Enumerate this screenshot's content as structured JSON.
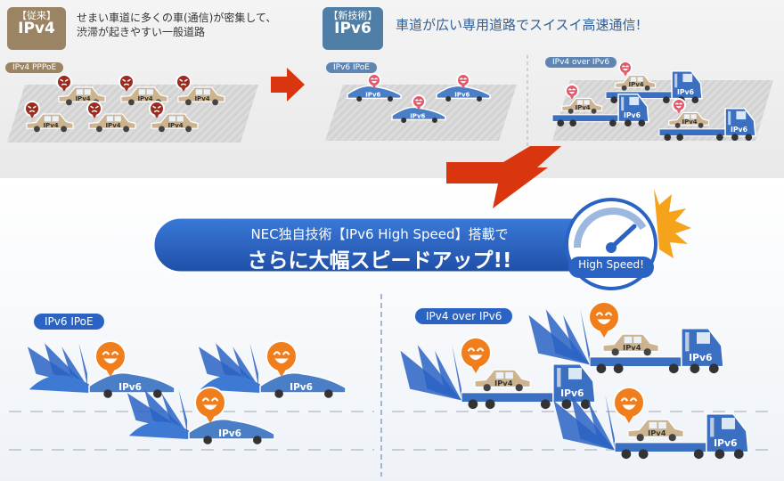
{
  "top_left": {
    "badge_small": "【従来】",
    "badge_big": "IPv4",
    "desc_line1": "せまい車道に多くの車(通信)が密集して、",
    "desc_line2": "渋滞が起きやすい一般道路",
    "road_label": "IPv4 PPPoE",
    "car_text": "IPv4"
  },
  "top_right": {
    "badge_small": "【新技術】",
    "badge_big": "IPv6",
    "desc": "車道が広い専用道路でスイスイ高速通信!",
    "ipoe_label": "IPv6 IPoE",
    "over_label": "IPv4 over IPv6",
    "car_text": "IPv6",
    "truck_text": "IPv6",
    "cargo_text": "IPv4"
  },
  "banner": {
    "line1": "NEC独自技術【IPv6 High Speed】搭載で",
    "line2": "さらに大幅スピードアップ!!",
    "gauge_text": "High Speed!"
  },
  "bottom": {
    "left_label": "IPv6 IPoE",
    "right_label": "IPv4 over IPv6",
    "car_text": "IPv6",
    "truck_text": "IPv6",
    "cargo_text": "IPv4"
  },
  "colors": {
    "brown": "#9b8463",
    "blue_badge": "#4f7fa6",
    "banner_blue": "#2a63c4",
    "arrow_red": "#d9360f",
    "car_blue": "#4a7fc8",
    "face_orange": "#f07e1c",
    "face_red": "#9b2b1e"
  }
}
